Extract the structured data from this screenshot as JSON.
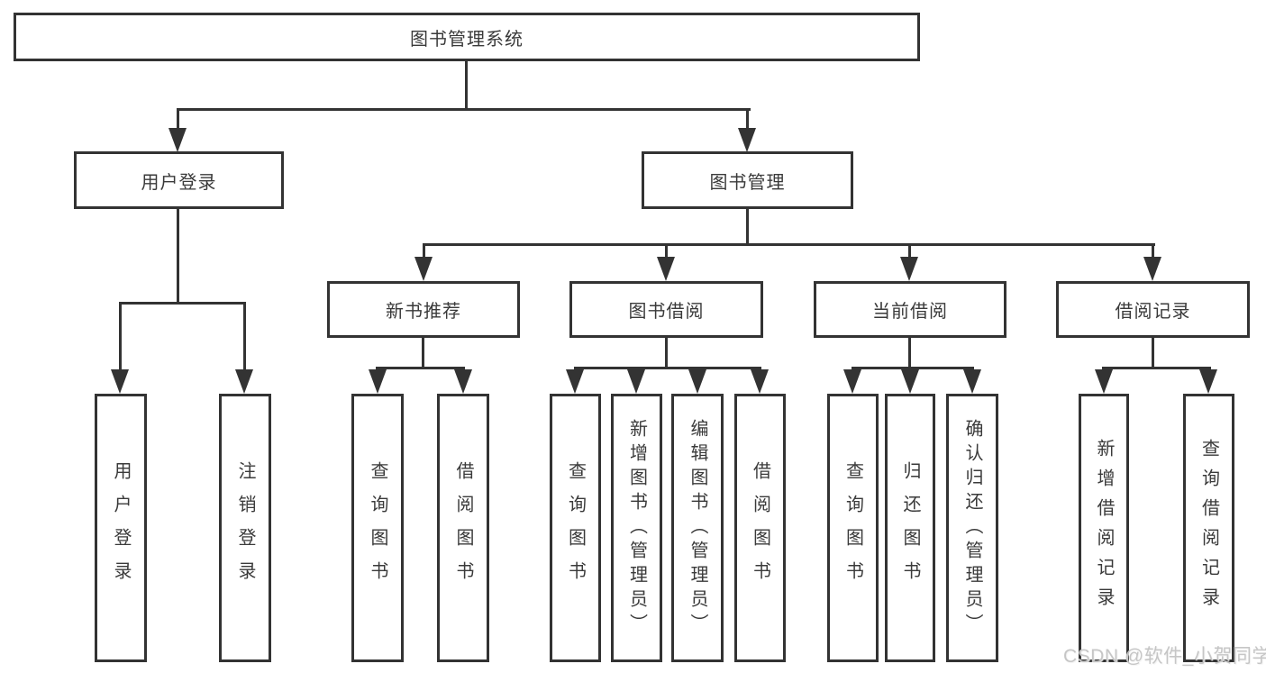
{
  "colors": {
    "line": "#333333",
    "text": "#3a3a3a",
    "background": "#ffffff",
    "watermark": "#c6c6c6"
  },
  "tree": {
    "root": "图书管理系统",
    "user_branch": {
      "label": "用户登录",
      "leaves": [
        "用户登录",
        "注销登录"
      ]
    },
    "management_branch": {
      "label": "图书管理",
      "modules": [
        {
          "label": "新书推荐",
          "leaves": [
            "查询图书",
            "借阅图书"
          ]
        },
        {
          "label": "图书借阅",
          "leaves": [
            "查询图书",
            "新增图书（管理员）",
            "编辑图书（管理员）",
            "借阅图书"
          ]
        },
        {
          "label": "当前借阅",
          "leaves": [
            "查询图书",
            "归还图书",
            "确认归还（管理员）"
          ]
        },
        {
          "label": "借阅记录",
          "leaves": [
            "新增借阅记录",
            "查询借阅记录"
          ]
        }
      ]
    }
  },
  "watermark": "CSDN @软件_小贺同学"
}
